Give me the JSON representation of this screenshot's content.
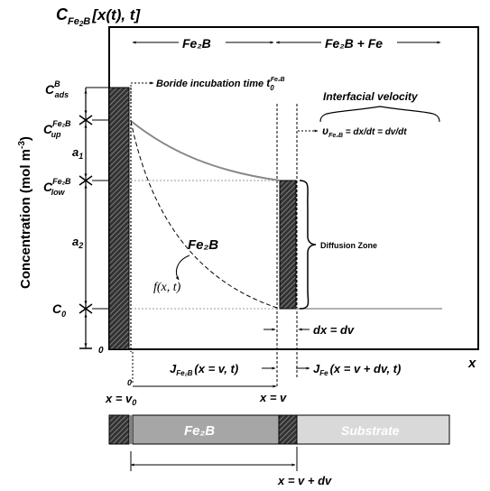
{
  "title": {
    "main": "C",
    "sub": "Fe",
    "sub2": "2",
    "sub3": "B",
    "rest": "[x(t), t]"
  },
  "ylabel": {
    "main": "Concentration (mol m",
    "sup": "-3",
    "close": ")"
  },
  "xlabel": "x",
  "regions": {
    "fe2b": "Fe₂B",
    "fe2b_fe": "Fe₂B + Fe"
  },
  "levels": {
    "cads": {
      "c": "C",
      "sup": "B",
      "sub": "ads"
    },
    "cup": {
      "c": "C",
      "sup": "Fe₂B",
      "sub": "up"
    },
    "clow": {
      "c": "C",
      "sup": "Fe₂B",
      "sub": "low"
    },
    "c0": {
      "c": "C",
      "sub": "0"
    },
    "zero": "0"
  },
  "a1": {
    "a": "a",
    "sub": "1"
  },
  "a2": {
    "a": "a",
    "sub": "2"
  },
  "incubation": {
    "text": "Boride incubation time ",
    "t": "t",
    "sub": "0",
    "sup": "Fe₂B"
  },
  "velocity": {
    "title": "Interfacial velocity",
    "v": "υ",
    "sub": "Fe₂B",
    "eq": " = dx/dt = dv/dt"
  },
  "diffusion_zone": "Diffusion Zone",
  "curve_label": "Fe₂B",
  "fx": "f(x, t)",
  "dx": "dx = dv",
  "jfe2b": {
    "j": "J",
    "sub": "Fe₂B",
    "rest": "(x = v, t)"
  },
  "jfe": {
    "j": "J",
    "sub": "Fe",
    "rest": "(x = v + dv, t)"
  },
  "tick0": "0",
  "xv0": {
    "text": "x = v",
    "sub": "0"
  },
  "xv": "x = v",
  "xvdv": "x = v + dv",
  "bar": {
    "fe2b": "Fe₂B",
    "substrate": "Substrate"
  }
}
